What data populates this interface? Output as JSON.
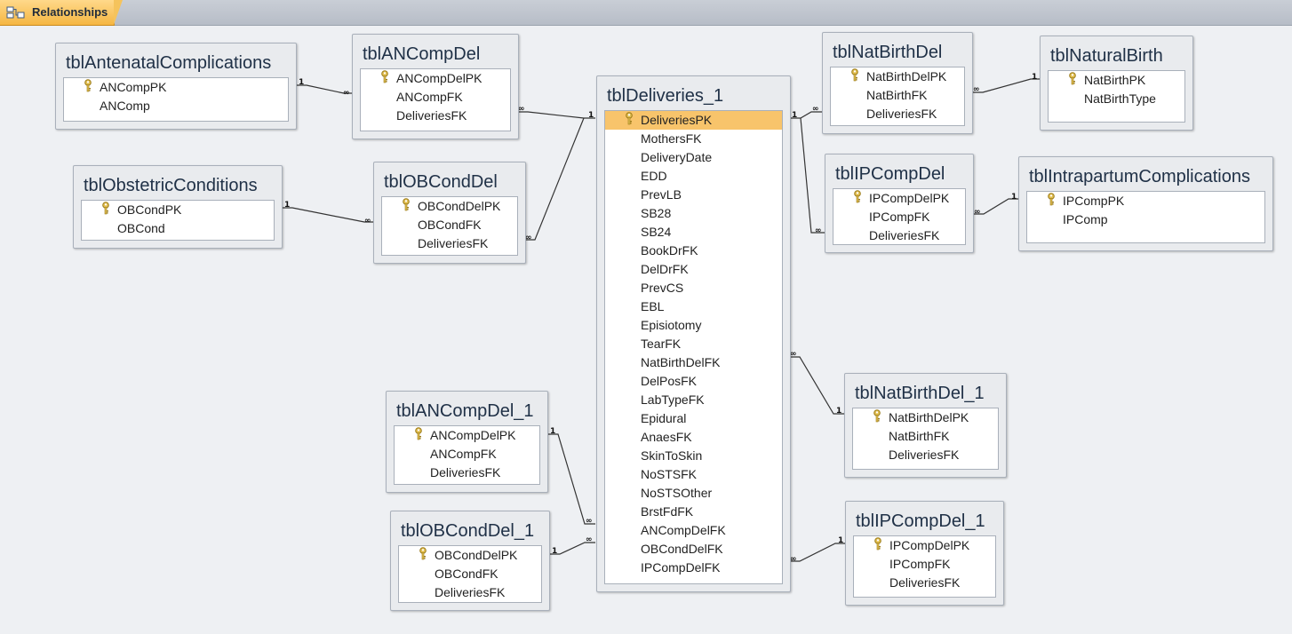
{
  "tab": {
    "label": "Relationships",
    "icon": "relationships-icon"
  },
  "colors": {
    "selected_row": "#f8c46b",
    "key_icon": "#c9a02a",
    "tab_accent": "#f5b642"
  },
  "tables": {
    "antenatal": {
      "title": "tblAntenatalComplications",
      "fields": [
        "ANCompPK",
        "ANComp"
      ]
    },
    "ancompdel": {
      "title": "tblANCompDel",
      "fields": [
        "ANCompDelPK",
        "ANCompFK",
        "DeliveriesFK"
      ]
    },
    "obstetric": {
      "title": "tblObstetricConditions",
      "fields": [
        "OBCondPK",
        "OBCond"
      ]
    },
    "obconddel": {
      "title": "tblOBCondDel",
      "fields": [
        "OBCondDelPK",
        "OBCondFK",
        "DeliveriesFK"
      ]
    },
    "deliveries": {
      "title": "tblDeliveries_1",
      "fields": [
        "DeliveriesPK",
        "MothersFK",
        "DeliveryDate",
        "EDD",
        "PrevLB",
        "SB28",
        "SB24",
        "BookDrFK",
        "DelDrFK",
        "PrevCS",
        "EBL",
        "Episiotomy",
        "TearFK",
        "NatBirthDelFK",
        "DelPosFK",
        "LabTypeFK",
        "Epidural",
        "AnaesFK",
        "SkinToSkin",
        "NoSTSFK",
        "NoSTSOther",
        "BrstFdFK",
        "ANCompDelFK",
        "OBCondDelFK",
        "IPCompDelFK"
      ]
    },
    "natbirthdel": {
      "title": "tblNatBirthDel",
      "fields": [
        "NatBirthDelPK",
        "NatBirthFK",
        "DeliveriesFK"
      ]
    },
    "naturalbirth": {
      "title": "tblNaturalBirth",
      "fields": [
        "NatBirthPK",
        "NatBirthType"
      ]
    },
    "ipcompdel": {
      "title": "tblIPCompDel",
      "fields": [
        "IPCompDelPK",
        "IPCompFK",
        "DeliveriesFK"
      ]
    },
    "intrapartum": {
      "title": "tblIntrapartumComplications",
      "fields": [
        "IPCompPK",
        "IPComp"
      ]
    },
    "ancompdel1": {
      "title": "tblANCompDel_1",
      "fields": [
        "ANCompDelPK",
        "ANCompFK",
        "DeliveriesFK"
      ]
    },
    "obconddel1": {
      "title": "tblOBCondDel_1",
      "fields": [
        "OBCondDelPK",
        "OBCondFK",
        "DeliveriesFK"
      ]
    },
    "natbirthdel1": {
      "title": "tblNatBirthDel_1",
      "fields": [
        "NatBirthDelPK",
        "NatBirthFK",
        "DeliveriesFK"
      ]
    },
    "ipcompdel1": {
      "title": "tblIPCompDel_1",
      "fields": [
        "IPCompDelPK",
        "IPCompFK",
        "DeliveriesFK"
      ]
    }
  },
  "cardinality": {
    "one": "1",
    "many": "∞"
  }
}
